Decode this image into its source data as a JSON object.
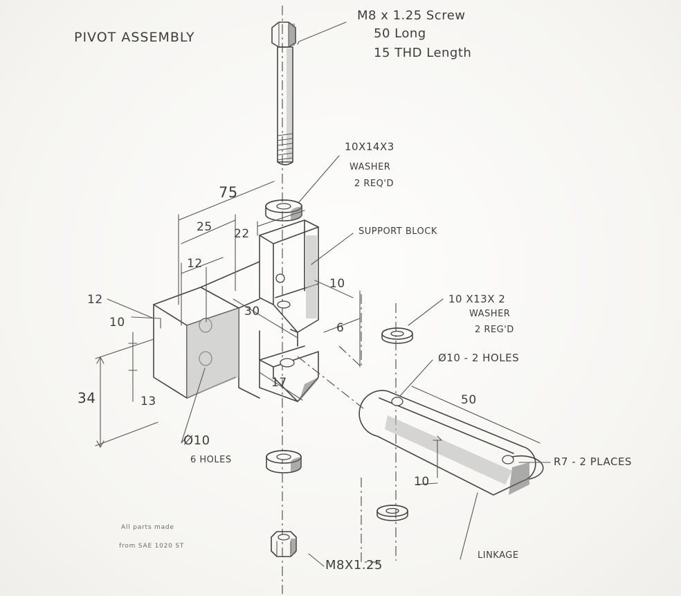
{
  "title": "PIVOT ASSEMBLY",
  "screw": {
    "line1": "M8 x 1.25 Screw",
    "line2": "50 Long",
    "line3": "15 THD Length"
  },
  "washer_top": {
    "line1": "10X14X3",
    "line2": "WASHER",
    "line3": "2 REQ'D"
  },
  "support_block": "SUPPORT BLOCK",
  "washer_small": {
    "line1": "10 X13X 2",
    "line2": "WASHER",
    "line3": "2 REG'D"
  },
  "link_holes": "Ø10 - 2 HOLES",
  "radius": "R7 - 2 PLACES",
  "block_holes": {
    "line1": "Ø10",
    "line2": "6 HOLES"
  },
  "nut": "M8X1.25",
  "linkage": "LINKAGE",
  "material_note": {
    "line1": "All parts made",
    "line2": "from SAE 1020 ST"
  },
  "dimensions": {
    "d75": "75",
    "d25": "25",
    "d22": "22",
    "d12a": "12",
    "d12b": "12",
    "d10a": "10",
    "d10b": "10",
    "d30": "30",
    "d6": "6",
    "d34": "34",
    "d13": "13",
    "d17": "17",
    "d50": "50",
    "d10c": "10"
  }
}
